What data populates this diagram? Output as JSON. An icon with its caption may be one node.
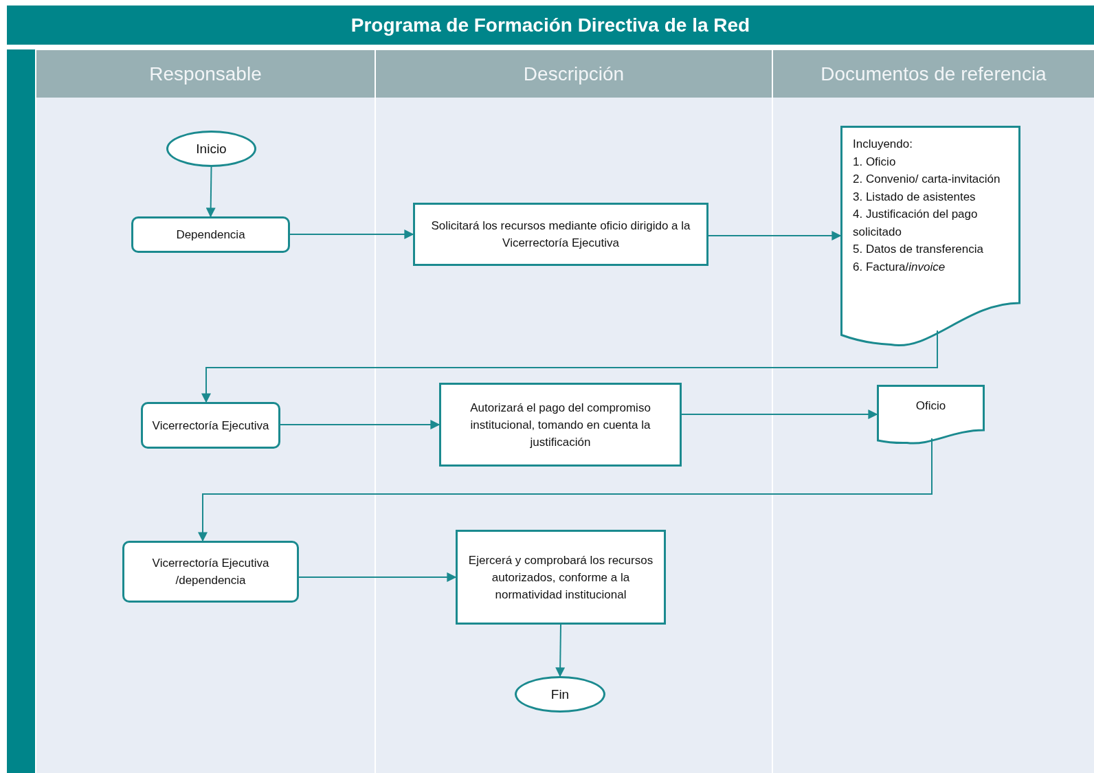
{
  "diagram": {
    "title": "Programa de Formación Directiva de la Red",
    "nodes": [
      {
        "text": [
          "Responsable"
        ]
      },
      {
        "text": [
          "Descripción"
        ]
      },
      {
        "text": [
          "Documentos de referencia"
        ]
      },
      {
        "text": [
          "Inicio"
        ],
        "in": 0
      },
      {
        "text": [
          "Dependencia"
        ],
        "in": 0
      },
      {
        "text": [
          "Solicitará los recursos mediante oficio dirigido a la Vicerrectoría Ejecutiva"
        ],
        "in": 1
      },
      {
        "text": [
          "Incluyendo:",
          "1. Oficio",
          "2. Convenio/ carta-invitación",
          "3. Listado de asistentes",
          "4. Justificación del pago solicitado",
          "5. Datos de transferencia",
          "6. Factura/*invoice*"
        ],
        "in": 2
      },
      {
        "text": [
          "Vicerrectoría Ejecutiva"
        ],
        "in": 0
      },
      {
        "text": [
          "Autorizará el pago del compromiso institucional, tomando en cuenta la justificación"
        ],
        "in": 1
      },
      {
        "text": [
          "Oficio"
        ],
        "in": 2
      },
      {
        "text": [
          "Vicerrectoría Ejecutiva /dependencia"
        ],
        "in": 0
      },
      {
        "text": [
          "Ejercerá y comprobará los recursos autorizados, conforme a la normatividad institucional"
        ],
        "in": 1
      },
      {
        "text": [
          "Fin"
        ],
        "in": 1
      },
      {
        "text": [],
        "shape": "bar"
      }
    ],
    "edges": [
      {
        "from": 3,
        "to": 4,
        "arrow": "to"
      },
      {
        "from": 4,
        "to": 5,
        "arrow": "to"
      },
      {
        "from": 5,
        "to": 6,
        "arrow": "to"
      },
      {
        "from": 6,
        "to": 7,
        "arrow": "to"
      },
      {
        "from": 7,
        "to": 8,
        "arrow": "to"
      },
      {
        "from": 8,
        "to": 9,
        "arrow": "to"
      },
      {
        "from": 9,
        "to": 10,
        "arrow": "to"
      },
      {
        "from": 10,
        "to": 11,
        "arrow": "to"
      },
      {
        "from": 11,
        "to": 12,
        "arrow": "to"
      }
    ]
  }
}
